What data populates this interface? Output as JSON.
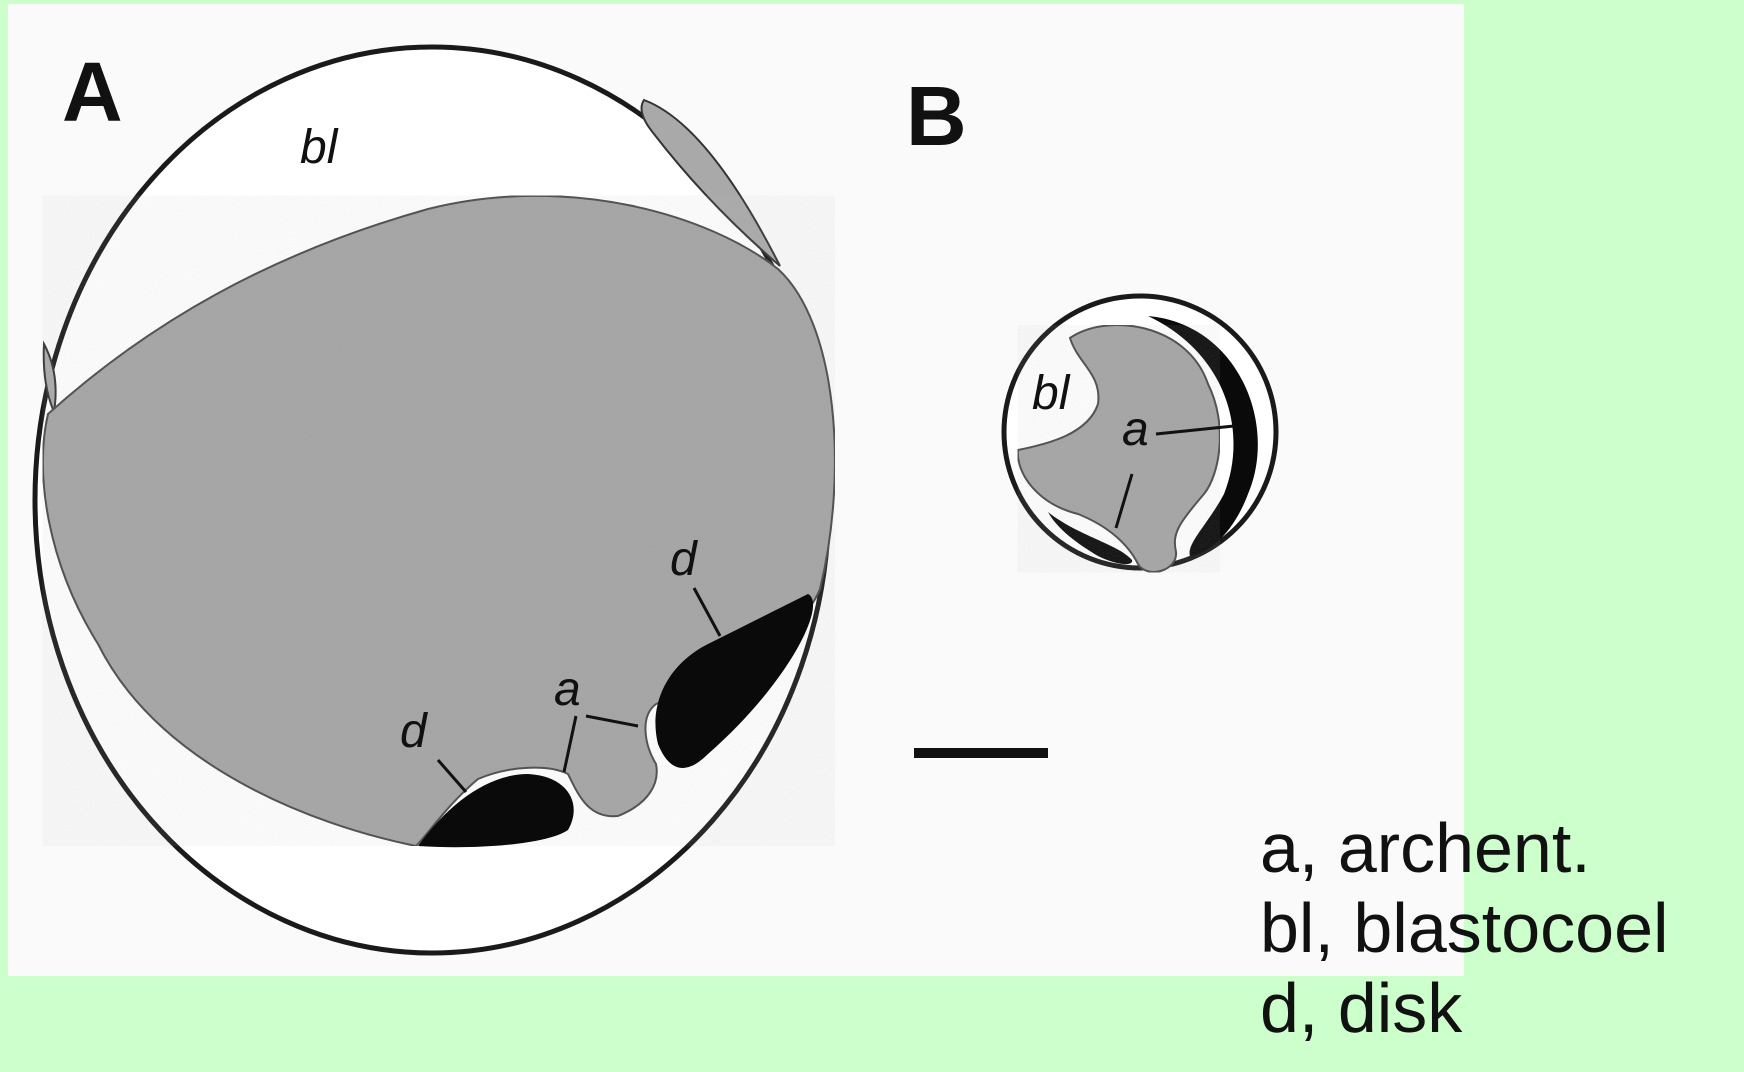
{
  "panels": {
    "a_letter": "A",
    "b_letter": "B"
  },
  "labels": {
    "bl": "bl",
    "a": "a",
    "d": "d"
  },
  "legend": [
    "a, archent.",
    "bl, blastocoel",
    "d, disk"
  ],
  "colors": {
    "background": "#ccffcc",
    "panel": "#fafafa",
    "tissue": "#a9a9a9",
    "disk": "#0a0a0a",
    "outline": "#1a1a1a"
  }
}
